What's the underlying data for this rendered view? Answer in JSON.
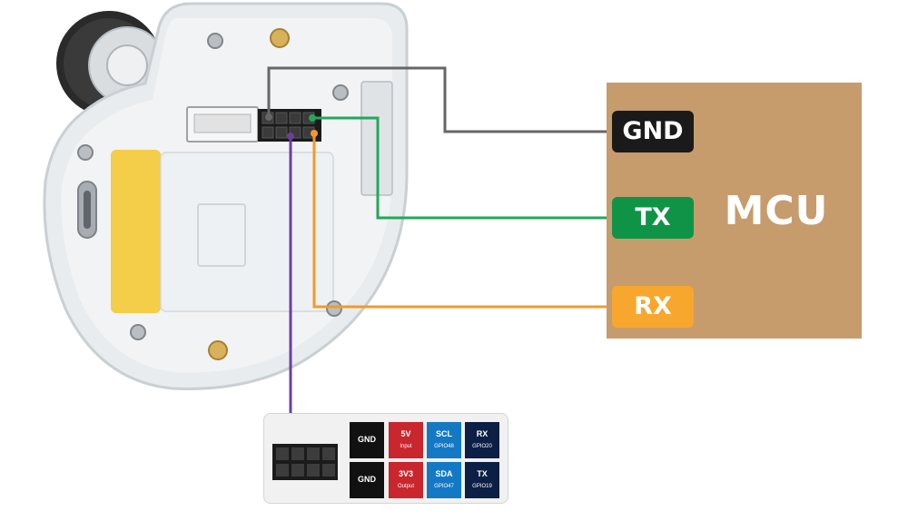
{
  "mcu": {
    "title": "MCU"
  },
  "pins": [
    {
      "label": "GND"
    },
    {
      "label": "TX"
    },
    {
      "label": "RX"
    }
  ],
  "header_pinout": {
    "cells": [
      {
        "label": "GND",
        "sub": ""
      },
      {
        "label": "5V",
        "sub": "Input"
      },
      {
        "label": "SCL",
        "sub": "GPIO48"
      },
      {
        "label": "RX",
        "sub": "GPIO20"
      },
      {
        "label": "GND",
        "sub": ""
      },
      {
        "label": "3V3",
        "sub": "Output"
      },
      {
        "label": "SDA",
        "sub": "GPIO47"
      },
      {
        "label": "TX",
        "sub": "GPIO19"
      }
    ]
  },
  "colors": {
    "mcu_board": "#c69c6d",
    "gnd": "#1a1a1a",
    "tx": "#0f9447",
    "rx": "#f7a72e",
    "wire_gnd": "#666666",
    "wire_tx": "#22a85a",
    "wire_rx": "#f39a2b",
    "wire_purple": "#6b3fa0",
    "cell_black": "#111111",
    "cell_red": "#c9262d",
    "cell_blue": "#1479c4",
    "cell_navy": "#0c1f45"
  }
}
